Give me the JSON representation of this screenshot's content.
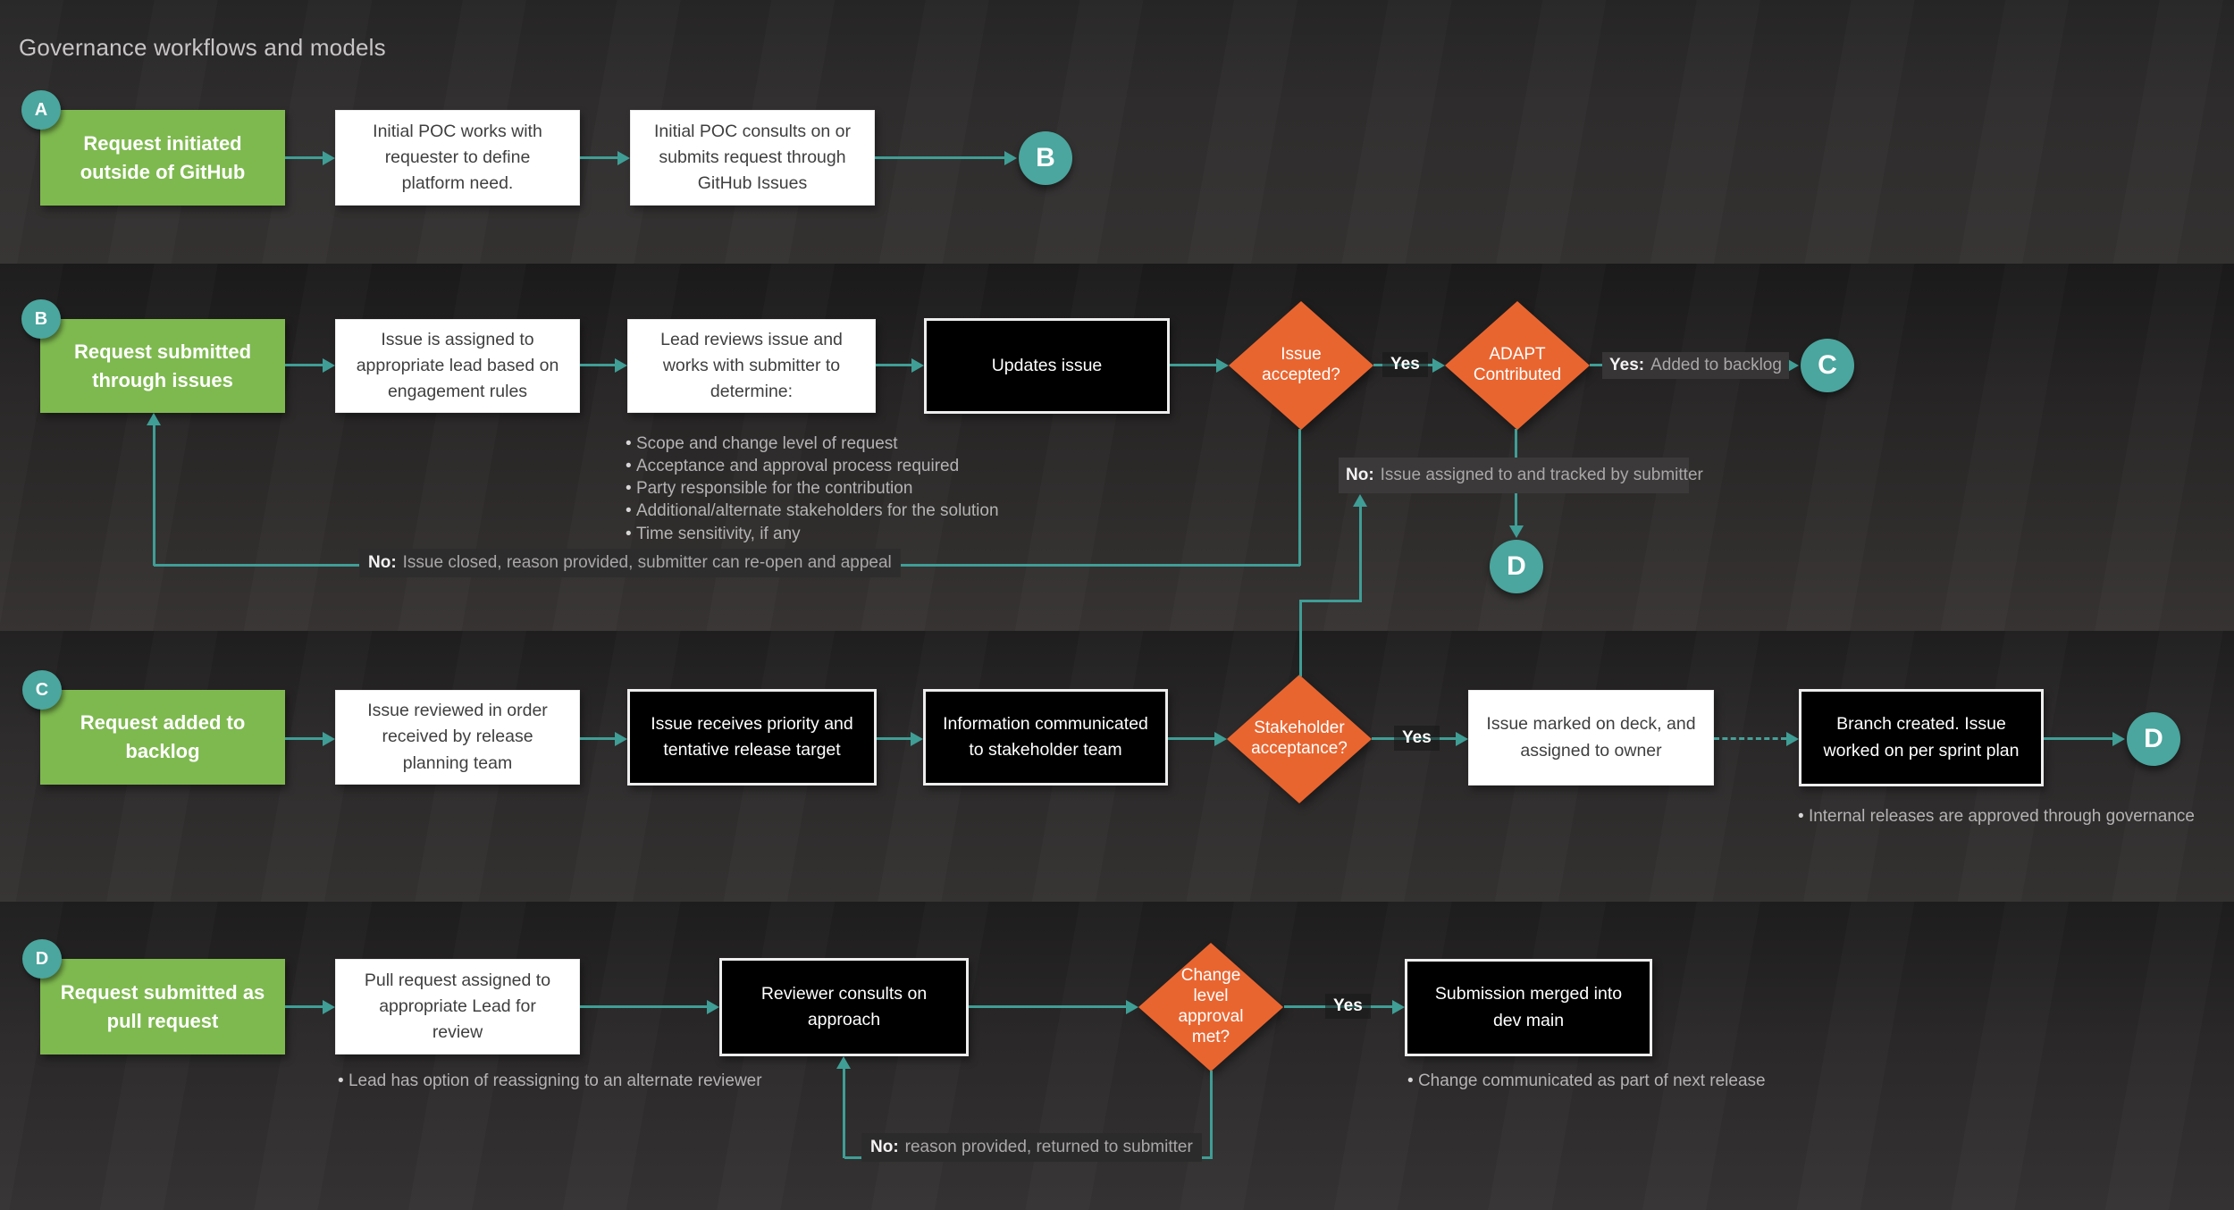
{
  "title": "Governance workflows and models",
  "colors": {
    "start_green": "#7eb94f",
    "connector_teal": "#4aa69e",
    "decision_orange": "#e96530",
    "line_teal": "#3f9e96",
    "process_white": "#ffffff",
    "process_black": "#000000"
  },
  "rowA": {
    "badge": "A",
    "start": "Request initiated outside of GitHub",
    "step1": "Initial POC works with requester to define platform need.",
    "step2": "Initial POC consults on or submits request through GitHub Issues",
    "end_connector": "B"
  },
  "rowB": {
    "badge": "B",
    "start": "Request submitted through issues",
    "step1": "Issue is assigned to appropriate lead based on engagement rules",
    "step2": "Lead reviews issue and works with submitter to determine:",
    "step3": "Updates issue",
    "decision1": "Issue accepted?",
    "yes1": "Yes",
    "decision2": "ADAPT Contributed",
    "yes2_prefix": "Yes:",
    "yes2_text": "Added to backlog",
    "end_connector": "C",
    "bullets": [
      "Scope and change level of request",
      "Acceptance and approval process required",
      "Party responsible for the contribution",
      "Additional/alternate stakeholders for the solution",
      "Time sensitivity, if any"
    ],
    "no_closed_prefix": "No:",
    "no_closed_text": "Issue closed, reason provided, submitter can re-open and appeal",
    "no_assigned_prefix": "No:",
    "no_assigned_text": "Issue assigned to and tracked by submitter",
    "d_connector": "D"
  },
  "rowC": {
    "badge": "C",
    "start": "Request added to backlog",
    "step1": "Issue reviewed in order received by release planning team",
    "step2": "Issue receives priority and tentative release target",
    "step3": "Information communicated to stakeholder team",
    "decision": "Stakeholder acceptance?",
    "yes": "Yes",
    "step4": "Issue marked on deck, and assigned to owner",
    "step5": "Branch created. Issue worked on per sprint plan",
    "end_connector": "D",
    "bullet": "Internal releases are approved through governance"
  },
  "rowD": {
    "badge": "D",
    "start": "Request submitted as pull request",
    "step1": "Pull request assigned to appropriate Lead for review",
    "step2": "Reviewer consults on approach",
    "decision": "Change level approval met?",
    "yes": "Yes",
    "step3": "Submission merged into dev main",
    "bullet1": "Lead has option of reassigning to an alternate reviewer",
    "bullet2": "Change communicated as part of next release",
    "no_prefix": "No:",
    "no_text": "reason provided, returned to submitter"
  }
}
